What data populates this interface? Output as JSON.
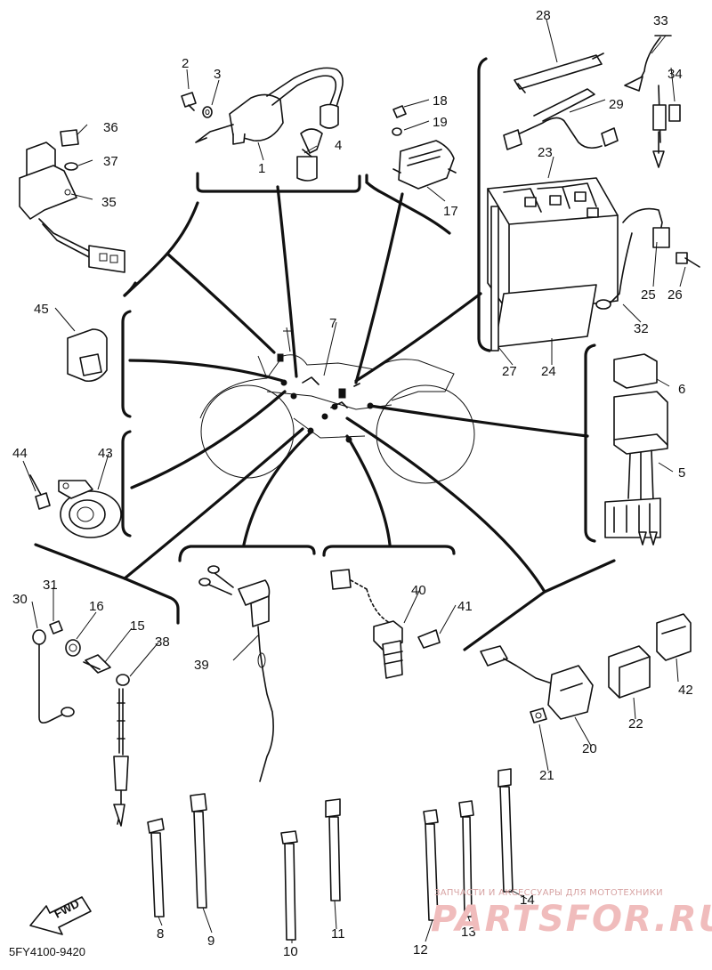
{
  "callouts": {
    "n1": "1",
    "n2": "2",
    "n3": "3",
    "n4": "4",
    "n5": "5",
    "n6": "6",
    "n7": "7",
    "n8": "8",
    "n9": "9",
    "n10": "10",
    "n11": "11",
    "n12": "12",
    "n13": "13",
    "n14": "14",
    "n15": "15",
    "n16": "16",
    "n17": "17",
    "n18": "18",
    "n19": "19",
    "n20": "20",
    "n21": "21",
    "n22": "22",
    "n23": "23",
    "n24": "24",
    "n25": "25",
    "n26": "26",
    "n27": "27",
    "n28": "28",
    "n29": "29",
    "n30": "30",
    "n31": "31",
    "n32": "32",
    "n33": "33",
    "n34": "34",
    "n35": "35",
    "n36": "36",
    "n37": "37",
    "n38": "38",
    "n39": "39",
    "n40": "40",
    "n41": "41",
    "n42": "42",
    "n43": "43",
    "n44": "44",
    "n45": "45"
  },
  "fwd_label": "FWD",
  "drawing_code": "5FY4100-9420",
  "watermark": {
    "tagline": "ЗАПЧАСТИ И АКСЕССУАРЫ ДЛЯ МОТОТЕХНИКИ",
    "logo": "PARTSFOR.RU"
  }
}
